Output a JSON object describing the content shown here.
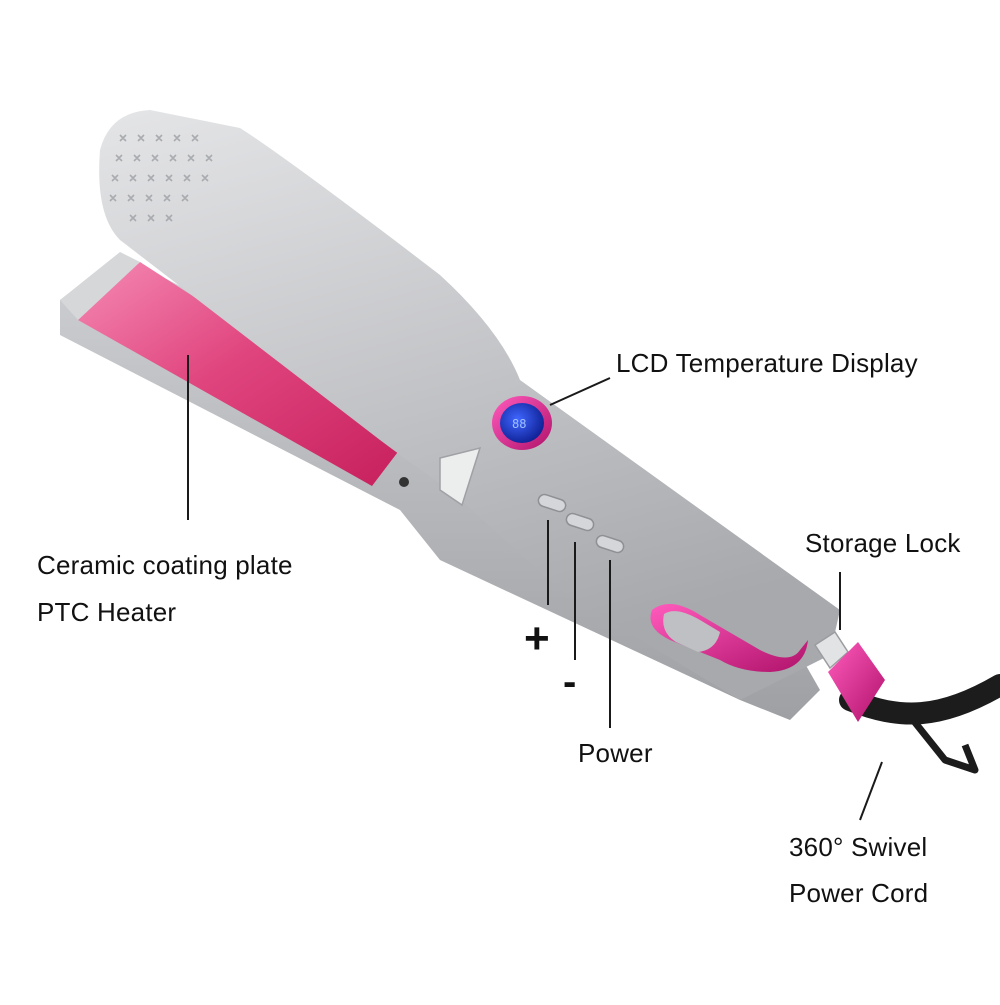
{
  "labels": {
    "lcd_display": "LCD Temperature Display",
    "ceramic_plate": "Ceramic coating plate",
    "ptc_heater": "PTC Heater",
    "storage_lock": "Storage Lock",
    "plus": "+",
    "minus": "-",
    "power": "Power",
    "swivel": "360° Swivel",
    "power_cord": "Power Cord"
  },
  "colors": {
    "background": "#ffffff",
    "body": "#c9cacc",
    "plate": "#e0457e",
    "accent": "#e0218a",
    "display": "#1f3fd1",
    "cord": "#1c1c1c",
    "text": "#111111"
  }
}
